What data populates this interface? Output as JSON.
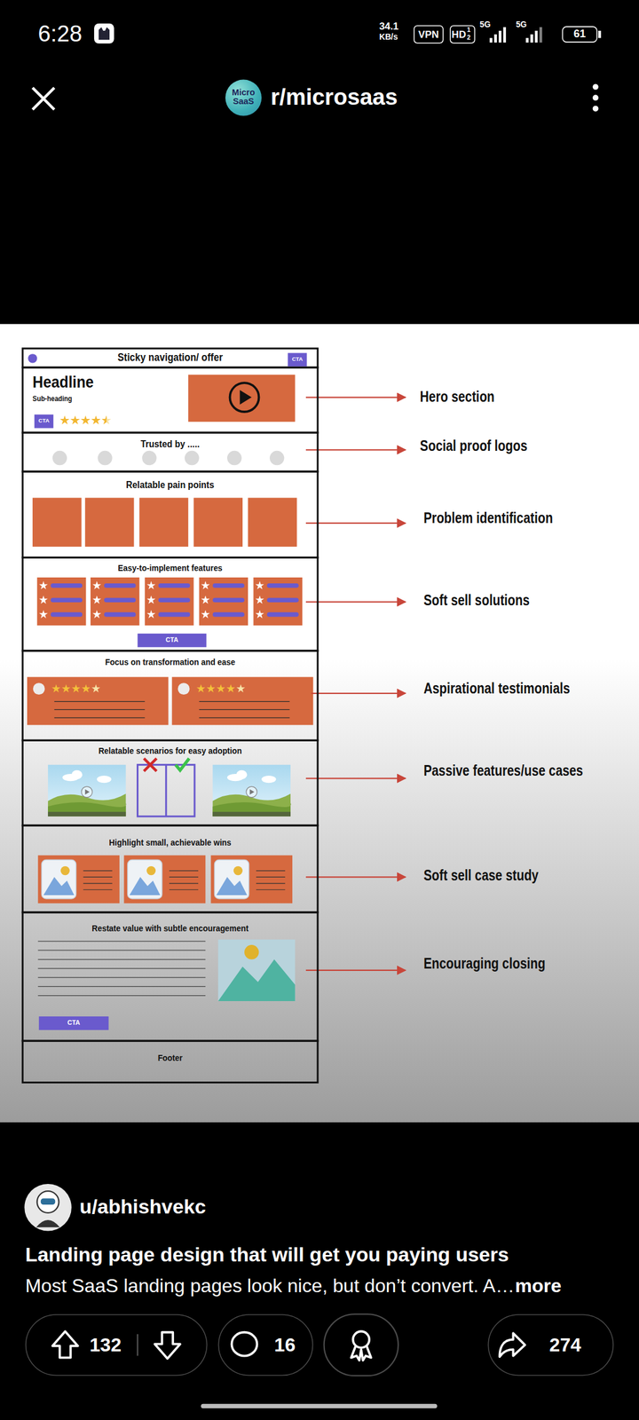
{
  "diagram": {
    "title": "Landing page design that will get you paying users",
    "nodes": [
      {
        "text": [
          "VPN"
        ]
      },
      {
        "text": [
          "HD",
          "1",
          "2"
        ]
      },
      {
        "text": [
          "61"
        ]
      },
      {
        "text": [
          "Micro SaaS"
        ]
      },
      {
        "text": [
          "Sticky navigation/ offer"
        ]
      },
      {
        "text": [
          "CTA"
        ],
        "in": 4
      },
      {
        "text": [
          "Headline",
          "Sub-heading"
        ]
      },
      {
        "text": [
          "CTA"
        ],
        "in": 6
      },
      {
        "text": [
          "Trusted by ....."
        ]
      },
      {
        "text": [
          "Relatable pain points"
        ]
      },
      {
        "text": [
          "Easy-to-implement features"
        ]
      },
      {
        "text": [
          "CTA"
        ],
        "in": 10
      },
      {
        "text": [
          "Focus on transformation and ease"
        ]
      },
      {
        "text": [
          "Relatable scenarios for easy adoption"
        ]
      },
      {
        "text": [
          "Highlight small, achievable wins"
        ]
      },
      {
        "text": [
          "Restate value with subtle encouragement"
        ]
      },
      {
        "text": [
          "CTA"
        ],
        "in": 15
      },
      {
        "text": [
          "Footer"
        ]
      },
      {
        "text": [
          "132"
        ]
      },
      {
        "text": [
          "16"
        ]
      },
      {
        "text": [
          "274"
        ]
      }
    ],
    "labels": [
      "6:28",
      "34.1",
      "KB/s",
      "5G",
      "5G",
      "r/microsaas",
      "Hero section",
      "Social proof logos",
      "Problem identification",
      "Soft sell solutions",
      "Aspirational testimonials",
      "Passive features/use cases",
      "Soft sell case study",
      "Encouraging closing",
      "u/abhishvekc",
      "Most SaaS landing pages look nice, but don’t convert. A…",
      "more"
    ]
  }
}
